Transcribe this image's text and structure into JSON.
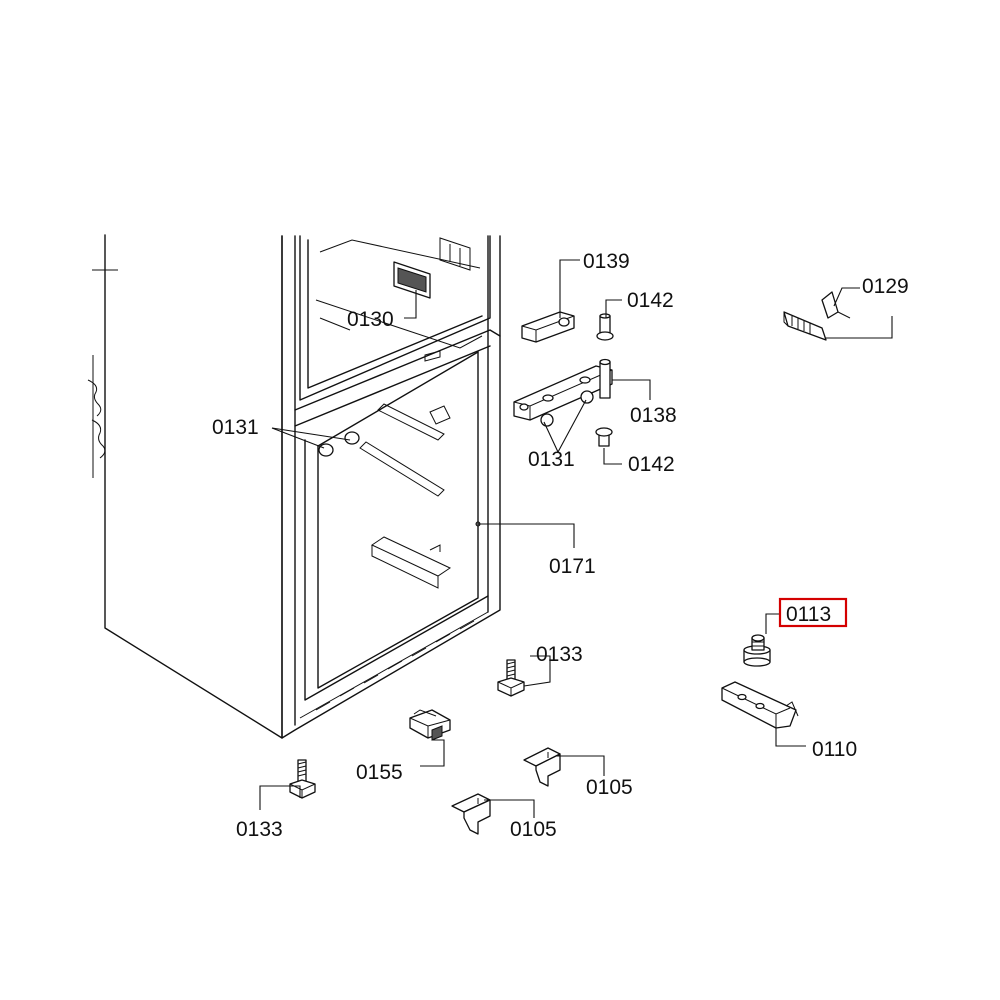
{
  "highlight": {
    "label": "0113",
    "color": "#d40000"
  },
  "callouts": {
    "c0139": "0139",
    "c0142a": "0142",
    "c0129": "0129",
    "c0130": "0130",
    "c0138": "0138",
    "c0131a": "0131",
    "c0131b": "0131",
    "c0142b": "0142",
    "c0171": "0171",
    "c0113": "0113",
    "c0133a": "0133",
    "c0110": "0110",
    "c0155": "0155",
    "c0105a": "0105",
    "c0133b": "0133",
    "c0105b": "0105"
  }
}
